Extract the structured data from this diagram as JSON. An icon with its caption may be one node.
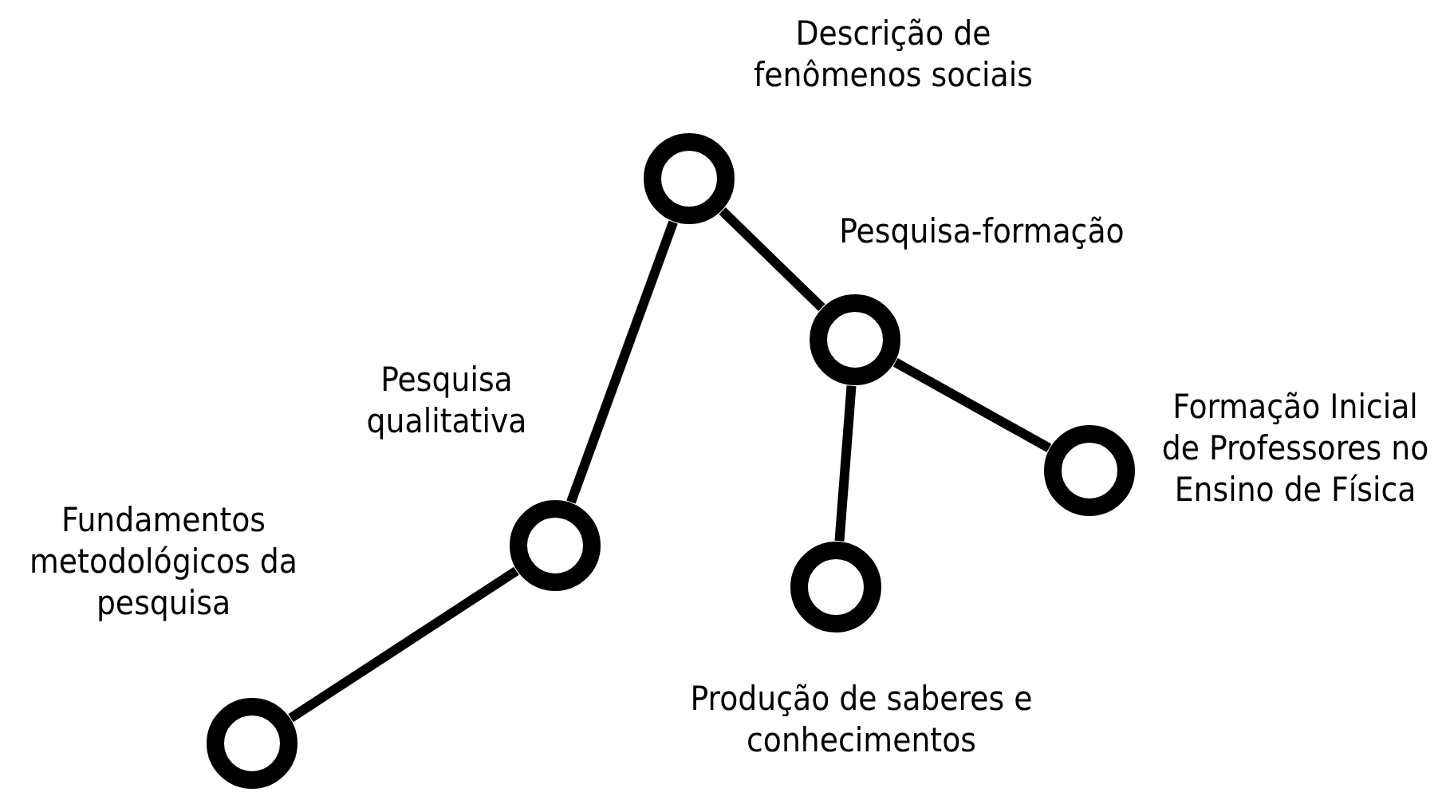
{
  "diagram": {
    "nodes": [
      {
        "text": [
          "Fundamentos metodológicos da pesquisa"
        ]
      },
      {
        "text": [
          "Pesquisa qualitativa"
        ]
      },
      {
        "text": [
          "Descrição de fenômenos sociais"
        ]
      },
      {
        "text": [
          "Pesquisa-formação"
        ]
      },
      {
        "text": [
          "Formação Inicial de Professores no Ensino de Física"
        ]
      },
      {
        "text": [
          "Produção de saberes e conhecimentos"
        ]
      }
    ],
    "edges": [
      {
        "from": 0,
        "to": 1,
        "arrow": "none"
      },
      {
        "from": 1,
        "to": 2,
        "arrow": "none"
      },
      {
        "from": 2,
        "to": 3,
        "arrow": "none"
      },
      {
        "from": 3,
        "to": 4,
        "arrow": "none"
      },
      {
        "from": 3,
        "to": 5,
        "arrow": "none"
      }
    ]
  }
}
